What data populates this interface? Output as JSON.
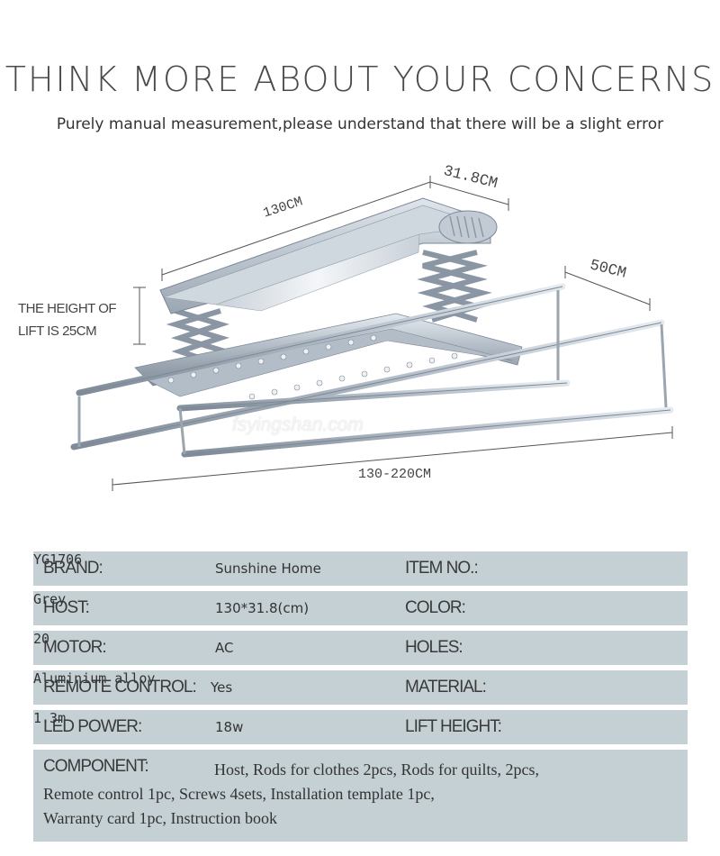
{
  "header": {
    "title": "THINK MORE ABOUT YOUR CONCERNS",
    "subtitle": "Purely manual measurement,please understand that there will be a slight error"
  },
  "figure": {
    "dim_length": "130CM",
    "dim_width": "31.8CM",
    "dim_depth": "50CM",
    "dim_extend": "130-220CM",
    "lift_line1": "THE HEIGHT OF",
    "lift_line2": "LIFT IS 25CM",
    "watermark": "fsyingshan.com",
    "colors": {
      "body": "#b9c2cc",
      "rail": "#a6b1bd",
      "panel": "#e9edf1",
      "line": "#555555"
    }
  },
  "specs": {
    "brand_label": "BRAND:",
    "brand_value": "Sunshine Home",
    "item_label": "ITEM NO.:",
    "item_value": "YG1706",
    "host_label": "HOST:",
    "host_value": "130*31.8(cm)",
    "color_label": "COLOR:",
    "color_value": "Grey",
    "motor_label": "MOTOR:",
    "motor_value": "AC",
    "holes_label": "HOLES:",
    "holes_value": "20",
    "remote_label": "REMOTE CONTROL:",
    "remote_value": "Yes",
    "material_label": "MATERIAL:",
    "material_value": "Aluminium alloy",
    "led_label": "LED POWER:",
    "led_value": "18w",
    "lift_label": "LIFT HEIGHT:",
    "lift_value": "1.3m",
    "component_label": "COMPONENT:",
    "component_line1": "Host,   Rods for clothes 2pcs,   Rods for quilts, 2pcs,",
    "component_line2": "Remote control 1pc,   Screws 4sets,   Installation template 1pc,",
    "component_line3": "Warranty card 1pc,      Instruction book",
    "row_color": "#c4d0d4"
  }
}
